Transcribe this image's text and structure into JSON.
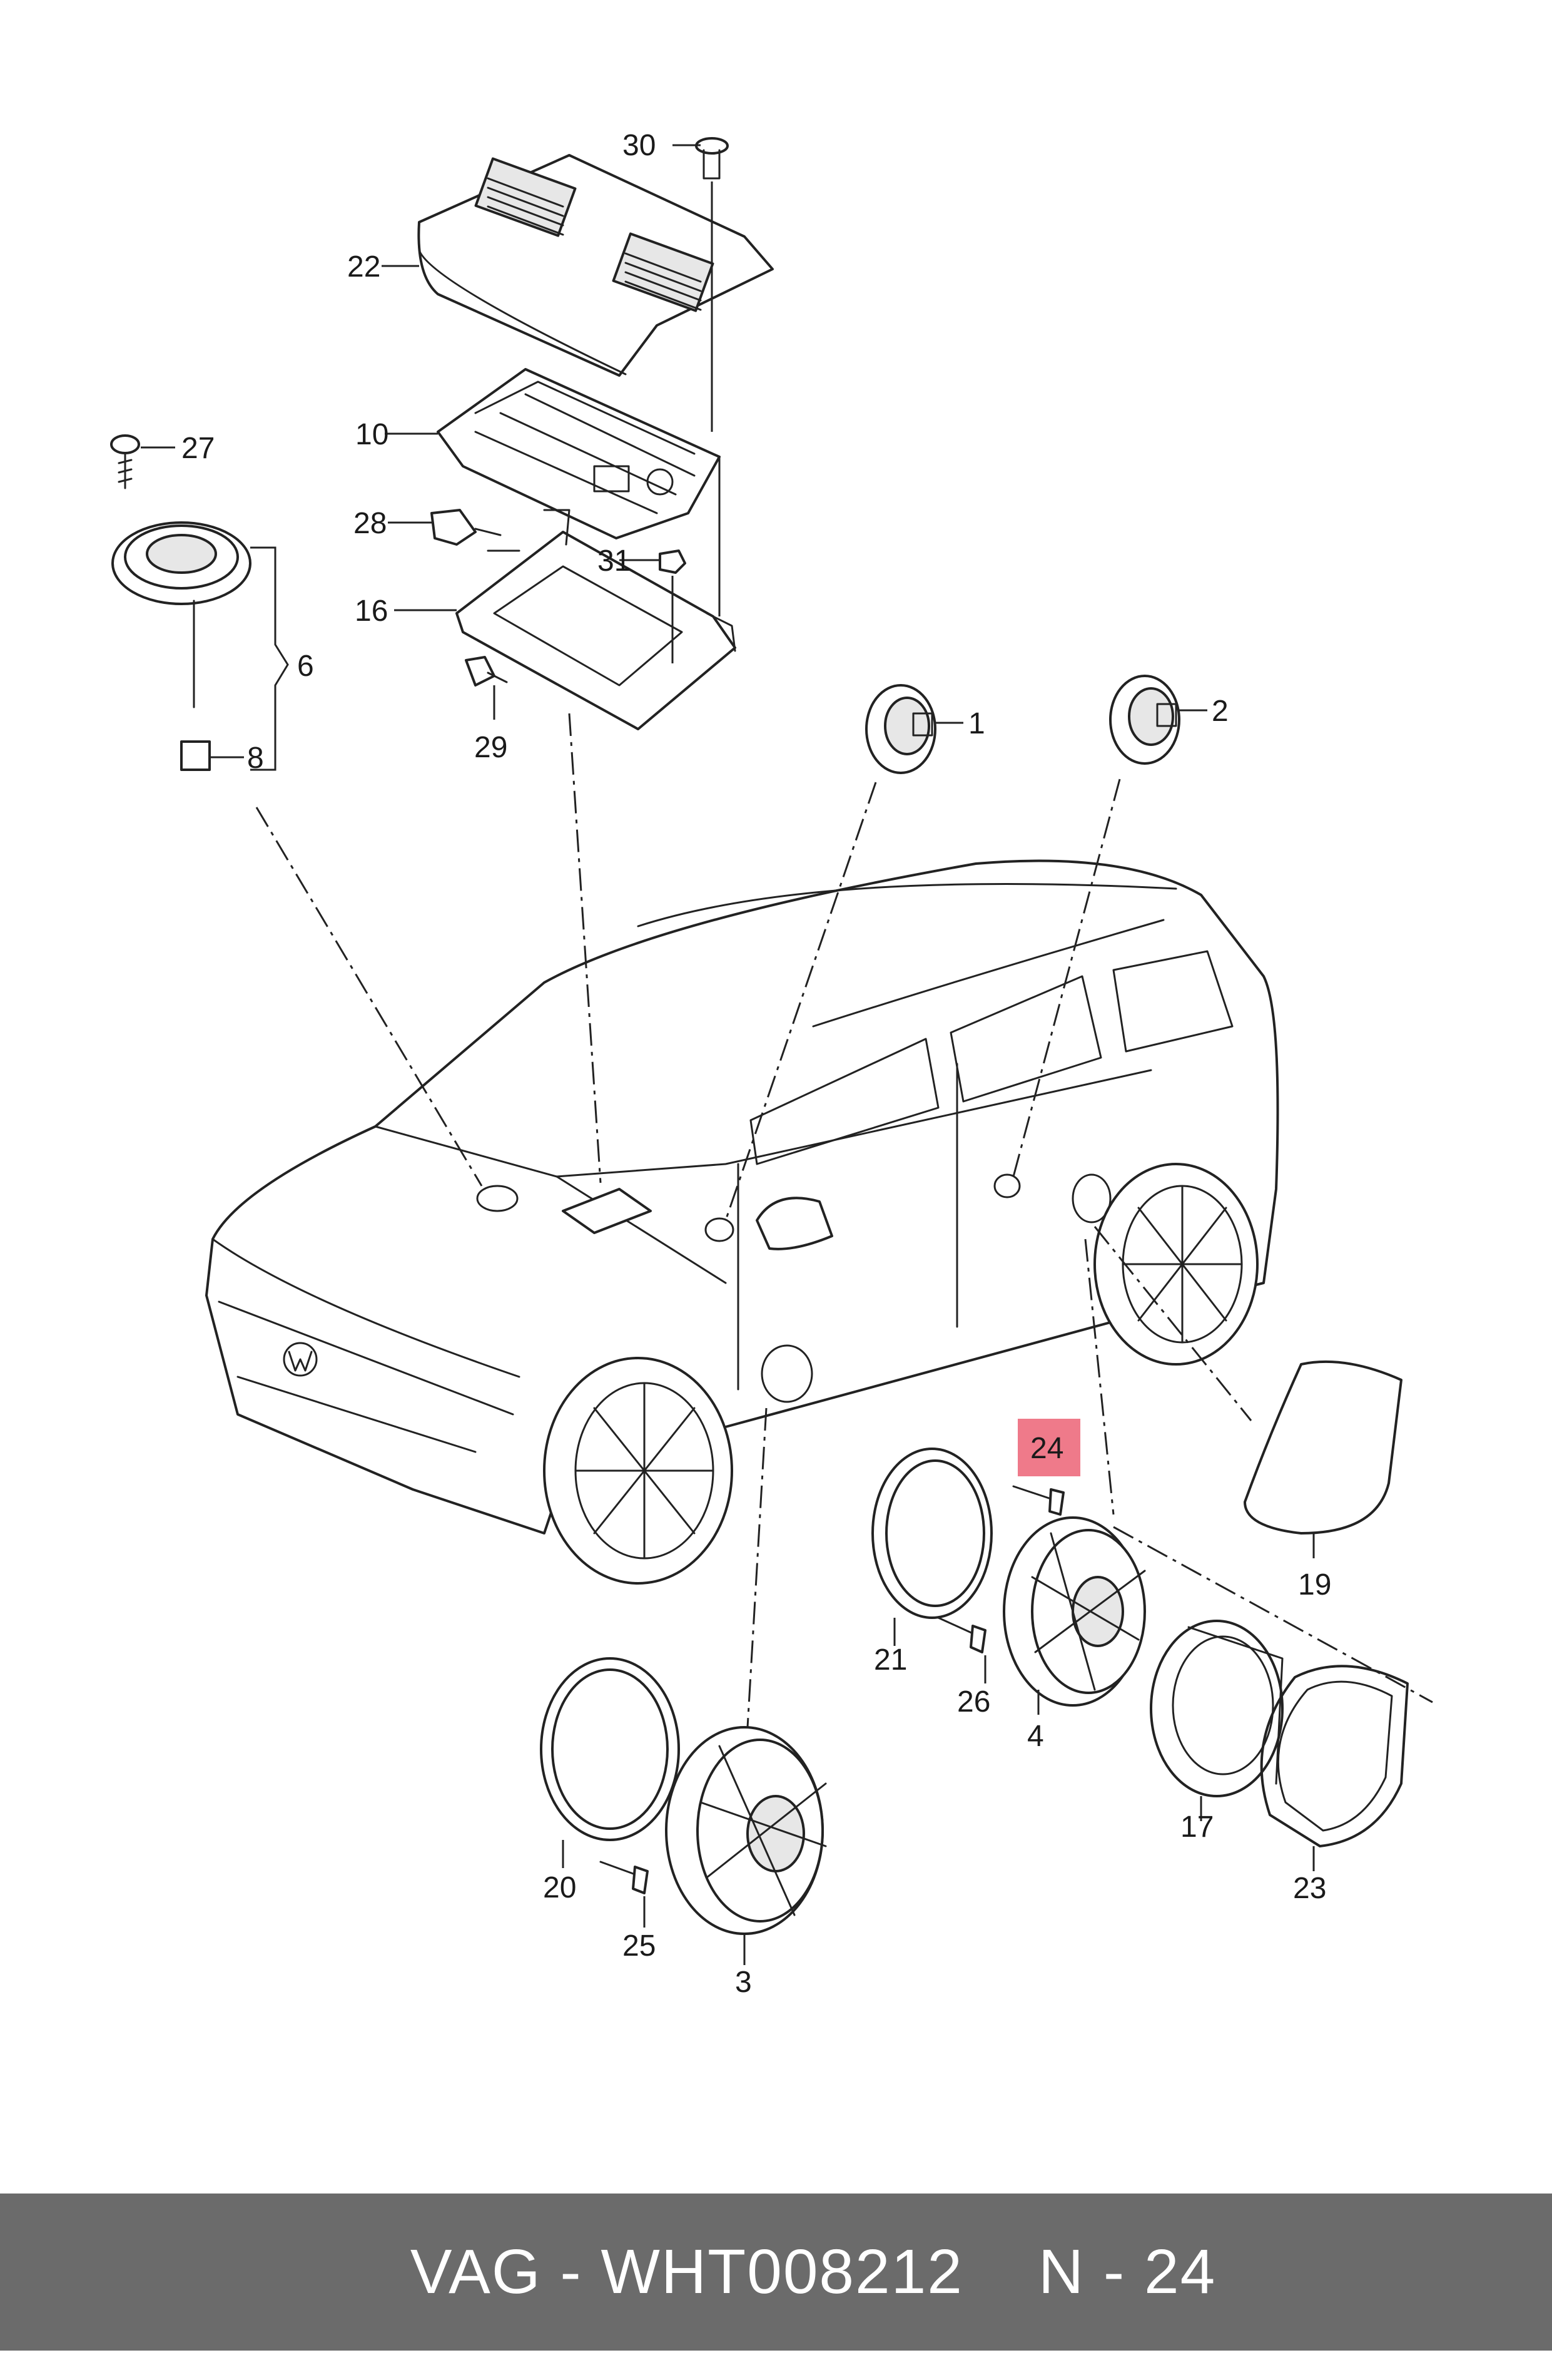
{
  "footer": {
    "part_label": "VAG - WHT008212",
    "position_label": "N - 24"
  },
  "highlight": {
    "callout": "24",
    "color": "#ef7a8a"
  },
  "callouts": {
    "c1": "1",
    "c2": "2",
    "c3": "3",
    "c4": "4",
    "c6": "6",
    "c8": "8",
    "c10": "10",
    "c16": "16",
    "c17": "17",
    "c19": "19",
    "c20": "20",
    "c21": "21",
    "c22": "22",
    "c23": "23",
    "c24": "24",
    "c25": "25",
    "c26": "26",
    "c27": "27",
    "c28": "28",
    "c29": "29",
    "c30": "30",
    "c31": "31"
  },
  "colors": {
    "footer_bg": "#6b6b6b",
    "footer_text": "#ffffff",
    "line": "#222222"
  }
}
